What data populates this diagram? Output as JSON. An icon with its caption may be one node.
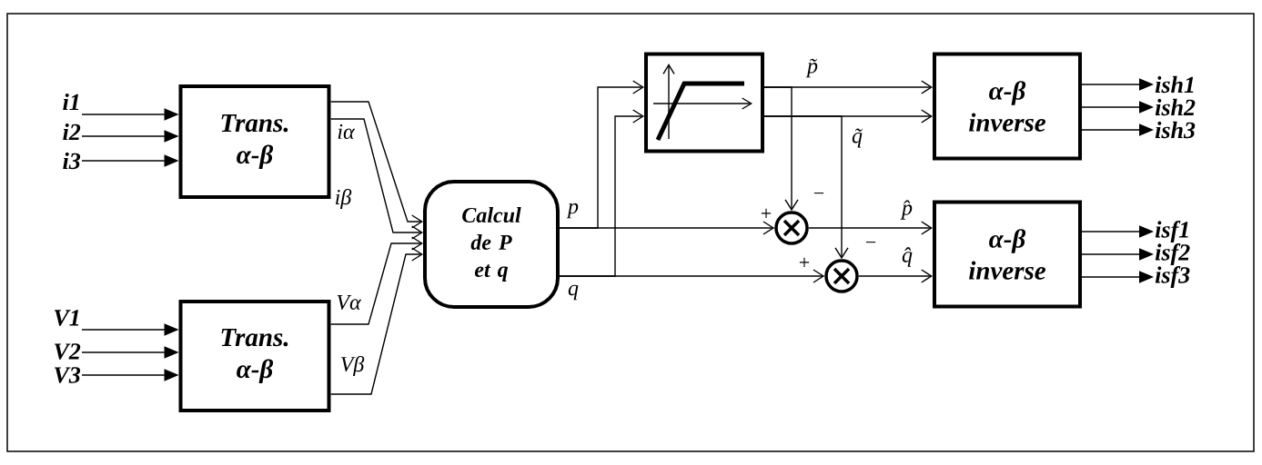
{
  "diagram": {
    "nodes": [
      {
        "text": [
          "Trans.",
          "α-β"
        ]
      },
      {
        "text": [
          "Trans.",
          "α-β"
        ]
      },
      {
        "text": [
          "Calcul de P et q"
        ]
      },
      {
        "text": [],
        "shape": "box"
      },
      {
        "text": [
          "α-β",
          "inverse"
        ]
      },
      {
        "text": [
          "α-β",
          "inverse"
        ]
      },
      {
        "text": [],
        "shape": "circle",
        "beside": [
          "+",
          "−"
        ]
      },
      {
        "text": [],
        "shape": "circle",
        "beside": [
          "+",
          "−"
        ]
      },
      {
        "text": [
          "i1"
        ]
      },
      {
        "text": [
          "i2"
        ]
      },
      {
        "text": [
          "i3"
        ]
      },
      {
        "text": [
          "V1"
        ]
      },
      {
        "text": [
          "V2"
        ]
      },
      {
        "text": [
          "V3"
        ]
      },
      {
        "text": [
          "ish1"
        ]
      },
      {
        "text": [
          "ish2"
        ]
      },
      {
        "text": [
          "ish3"
        ]
      },
      {
        "text": [
          "isf1"
        ]
      },
      {
        "text": [
          "isf2"
        ]
      },
      {
        "text": [
          "isf3"
        ]
      }
    ],
    "edges": [
      {
        "from": 8,
        "to": 0,
        "arrow": "to"
      },
      {
        "from": 9,
        "to": 0,
        "arrow": "to"
      },
      {
        "from": 10,
        "to": 0,
        "arrow": "to"
      },
      {
        "from": 11,
        "to": 1,
        "arrow": "to"
      },
      {
        "from": 12,
        "to": 1,
        "arrow": "to"
      },
      {
        "from": 13,
        "to": 1,
        "arrow": "to"
      },
      {
        "from": 0,
        "to": 2,
        "arrow": "to",
        "label": "iα"
      },
      {
        "from": 0,
        "to": 2,
        "arrow": "to",
        "label": "iβ"
      },
      {
        "from": 1,
        "to": 2,
        "arrow": "to",
        "label": "Vα"
      },
      {
        "from": 1,
        "to": 2,
        "arrow": "to",
        "label": "Vβ"
      },
      {
        "from": 2,
        "to": 6,
        "arrow": "to",
        "label": "p"
      },
      {
        "from": 2,
        "to": 7,
        "arrow": "to",
        "label": "q"
      },
      {
        "from": 2,
        "to": 3,
        "arrow": "to"
      },
      {
        "from": 2,
        "to": 3,
        "arrow": "to"
      },
      {
        "from": 3,
        "to": 4,
        "arrow": "to",
        "label": "p̃"
      },
      {
        "from": 3,
        "to": 4,
        "arrow": "to"
      },
      {
        "from": 3,
        "to": 6,
        "arrow": "to"
      },
      {
        "from": 3,
        "to": 7,
        "arrow": "to",
        "label": "q̃"
      },
      {
        "from": 6,
        "to": 5,
        "arrow": "to",
        "label": "p̂"
      },
      {
        "from": 7,
        "to": 5,
        "arrow": "to",
        "label": "q̂"
      },
      {
        "from": 4,
        "to": 14,
        "arrow": "to"
      },
      {
        "from": 4,
        "to": 15,
        "arrow": "to"
      },
      {
        "from": 4,
        "to": 16,
        "arrow": "to"
      },
      {
        "from": 5,
        "to": 17,
        "arrow": "to"
      },
      {
        "from": 5,
        "to": 18,
        "arrow": "to"
      },
      {
        "from": 5,
        "to": 19,
        "arrow": "to"
      }
    ]
  }
}
